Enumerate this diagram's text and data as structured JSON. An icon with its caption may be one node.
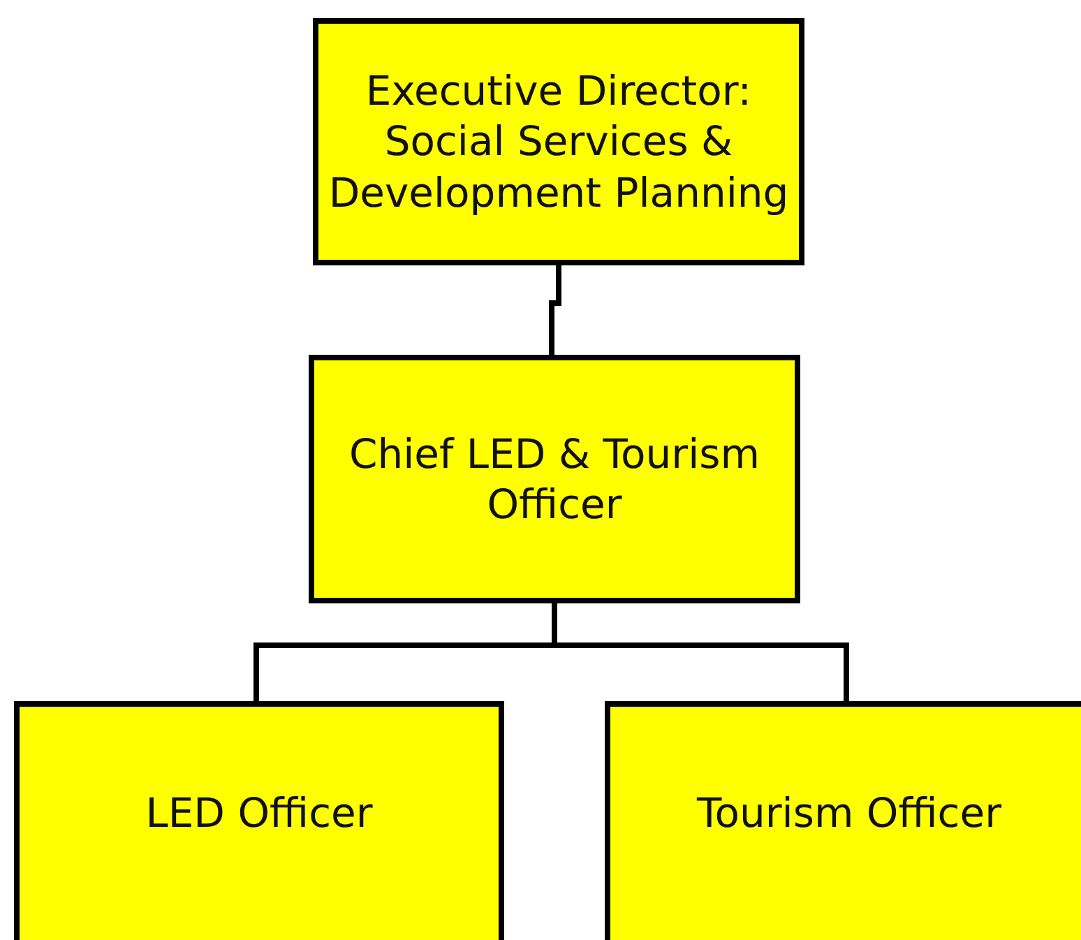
{
  "diagram": {
    "nodes": [
      {
        "text": [
          "Executive Director: Social Services & Development Planning"
        ]
      },
      {
        "text": [
          "Chief LED & Tourism Officer"
        ]
      },
      {
        "text": [
          "LED Officer"
        ]
      },
      {
        "text": [
          "Tourism Officer"
        ]
      }
    ],
    "edges": [
      {
        "from": 0,
        "to": 1,
        "arrow": "none"
      },
      {
        "from": 1,
        "to": 2,
        "arrow": "none"
      },
      {
        "from": 1,
        "to": 3,
        "arrow": "none"
      }
    ]
  }
}
